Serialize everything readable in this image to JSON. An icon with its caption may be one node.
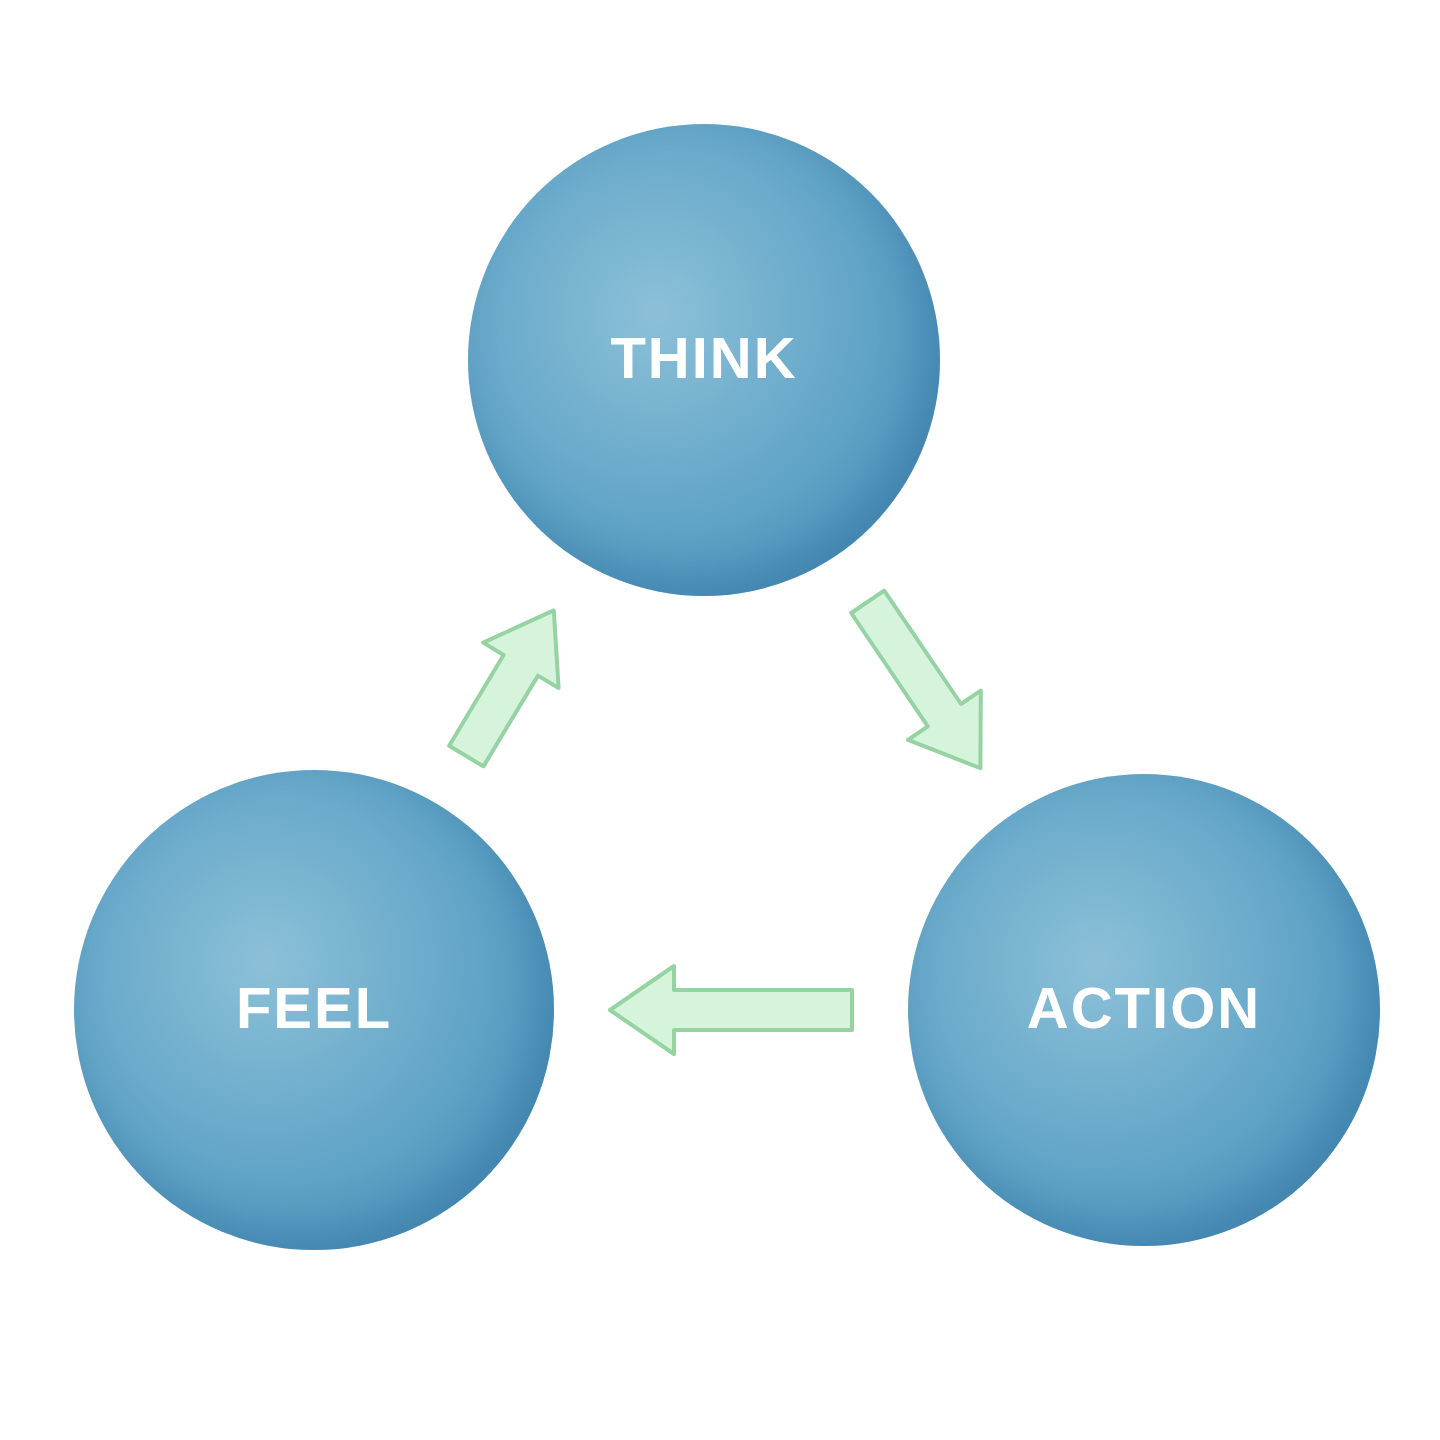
{
  "diagram": {
    "nodes": [
      {
        "text": [
          "THINK"
        ]
      },
      {
        "text": [
          "ACTION"
        ]
      },
      {
        "text": [
          "FEEL"
        ]
      }
    ],
    "edges": [
      {
        "from": 0,
        "to": 1,
        "arrow": "to"
      },
      {
        "from": 1,
        "to": 2,
        "arrow": "to"
      },
      {
        "from": 2,
        "to": 0,
        "arrow": "to"
      }
    ]
  }
}
